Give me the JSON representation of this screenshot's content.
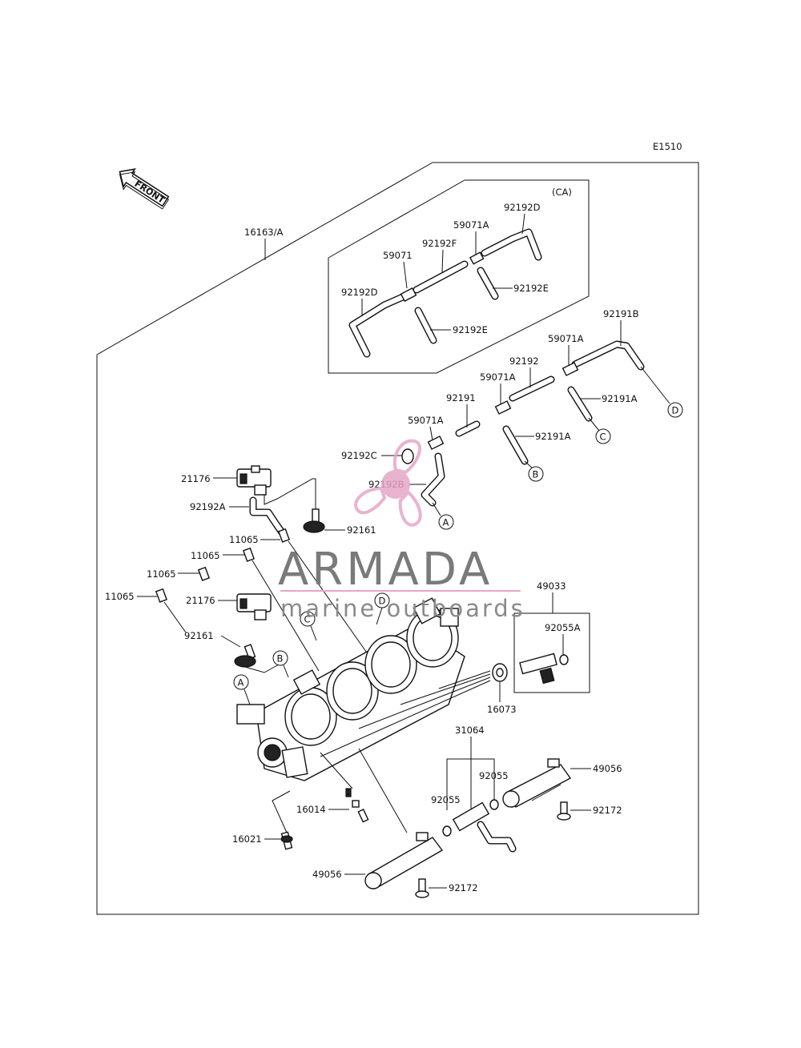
{
  "diagram_code": "E1510",
  "front_label": "FRONT",
  "inset_label": "(CA)",
  "watermark": {
    "title": "ARMADA",
    "subtitle": "marine outboards",
    "color": "#e6a6c8"
  },
  "parts": {
    "p16163A": "16163/A",
    "p92192D_top": "92192D",
    "p59071A_top": "59071A",
    "p92192F": "92192F",
    "p59071_inset": "59071",
    "p92192D_left": "92192D",
    "p92192E_right": "92192E",
    "p92192E_left": "92192E",
    "p92191B": "92191B",
    "p59071A_r1": "59071A",
    "p92192_mid": "92192",
    "p59071A_r2": "59071A",
    "p92191A_r": "92191A",
    "p92191": "92191",
    "p59071A_r3": "59071A",
    "p92191A_l": "92191A",
    "p92192C": "92192C",
    "p92192B": "92192B",
    "p21176_top": "21176",
    "p92192A": "92192A",
    "p92161_top": "92161",
    "p11065_1": "11065",
    "p11065_2": "11065",
    "p11065_3": "11065",
    "p11065_4": "11065",
    "p21176_mid": "21176",
    "p92161_mid": "92161",
    "p49033": "49033",
    "p92055A": "92055A",
    "p16073": "16073",
    "p31064": "31064",
    "p92055_r": "92055",
    "p92055_l": "92055",
    "p49056_r": "49056",
    "p92172_r": "92172",
    "p16014": "16014",
    "p16021": "16021",
    "p49056_l": "49056",
    "p92172_l": "92172"
  },
  "refs": {
    "A1": "A",
    "B1": "B",
    "C1": "C",
    "D1": "D",
    "A2": "A",
    "B2": "B",
    "C2": "C",
    "D2": "D"
  }
}
